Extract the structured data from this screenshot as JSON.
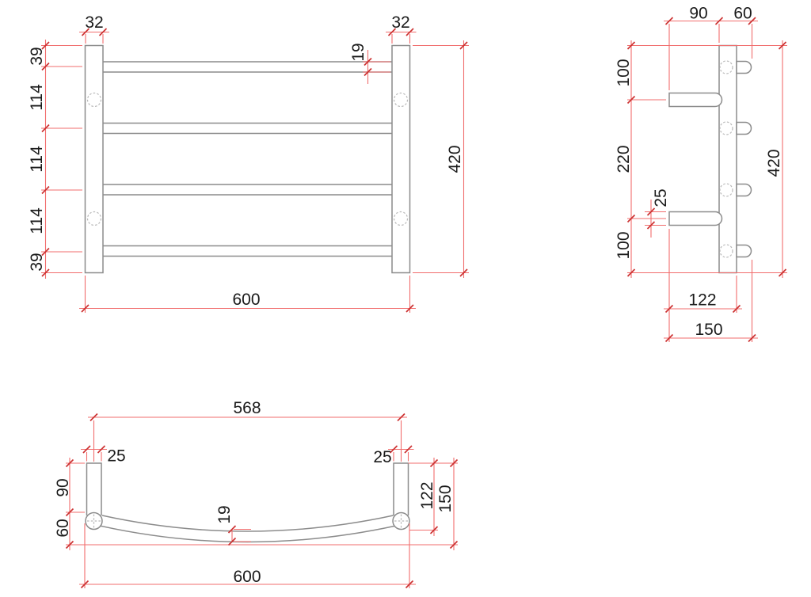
{
  "drawing": {
    "type": "technical-drawing",
    "subject": "curved towel rail, three orthographic views with dimensions (mm)"
  },
  "colors": {
    "background": "#ffffff",
    "part_outline": "#8c8c8c",
    "hidden_line": "#b9b9b9",
    "dim_line": "#f16d6d",
    "dim_tick": "#cc3333",
    "label_text": "#1a1a1a"
  },
  "views": {
    "front": {
      "dims": {
        "post_width_left": "32",
        "post_width_right": "32",
        "top_offset": "39",
        "rail_gap_1": "114",
        "rail_gap_2": "114",
        "rail_gap_3": "114",
        "bottom_offset": "39",
        "rail_diameter": "19",
        "overall_height": "420",
        "overall_width": "600"
      }
    },
    "side": {
      "dims": {
        "bar_projection": "90",
        "wall_offset": "60",
        "top_to_bar": "100",
        "bar_to_bar": "220",
        "bar_to_bottom": "100",
        "bar_diameter": "25",
        "overall_height": "420",
        "depth_to_post": "122",
        "overall_depth": "150"
      }
    },
    "plan": {
      "dims": {
        "bar_span": "568",
        "tube_width_left": "25",
        "tube_width_right": "25",
        "straight_projection": "90",
        "curve_projection": "60",
        "band_width": "19",
        "depth_to_bend": "122",
        "overall_depth": "150",
        "overall_width": "600"
      }
    }
  }
}
